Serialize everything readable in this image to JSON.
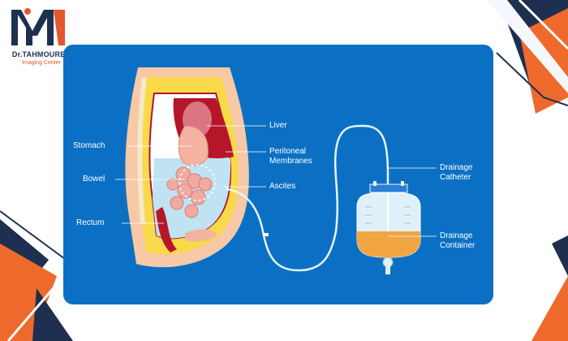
{
  "logo": {
    "name": "Dr.TAHMOUREH",
    "subtitle": "Imaging Center",
    "colors": {
      "dark": "#1f2f4f",
      "accent": "#e4572e"
    }
  },
  "diagram": {
    "background": "#0b70c4",
    "labels": {
      "stomach": "Stomach",
      "bowel": "Bowel",
      "rectum": "Rectum",
      "liver": "Liver",
      "peritoneal": "Peritoneal\nMembranes",
      "ascites": "Ascites",
      "catheter": "Drainage\nCatheter",
      "container": "Drainage\nContainer"
    },
    "colors": {
      "skin": "#f7c9a6",
      "fat": "#f8d94a",
      "liver": "#b5162a",
      "ascites": "#bfe3f3",
      "fluid": "#f2a540",
      "tube": "#e8f4fb"
    }
  }
}
